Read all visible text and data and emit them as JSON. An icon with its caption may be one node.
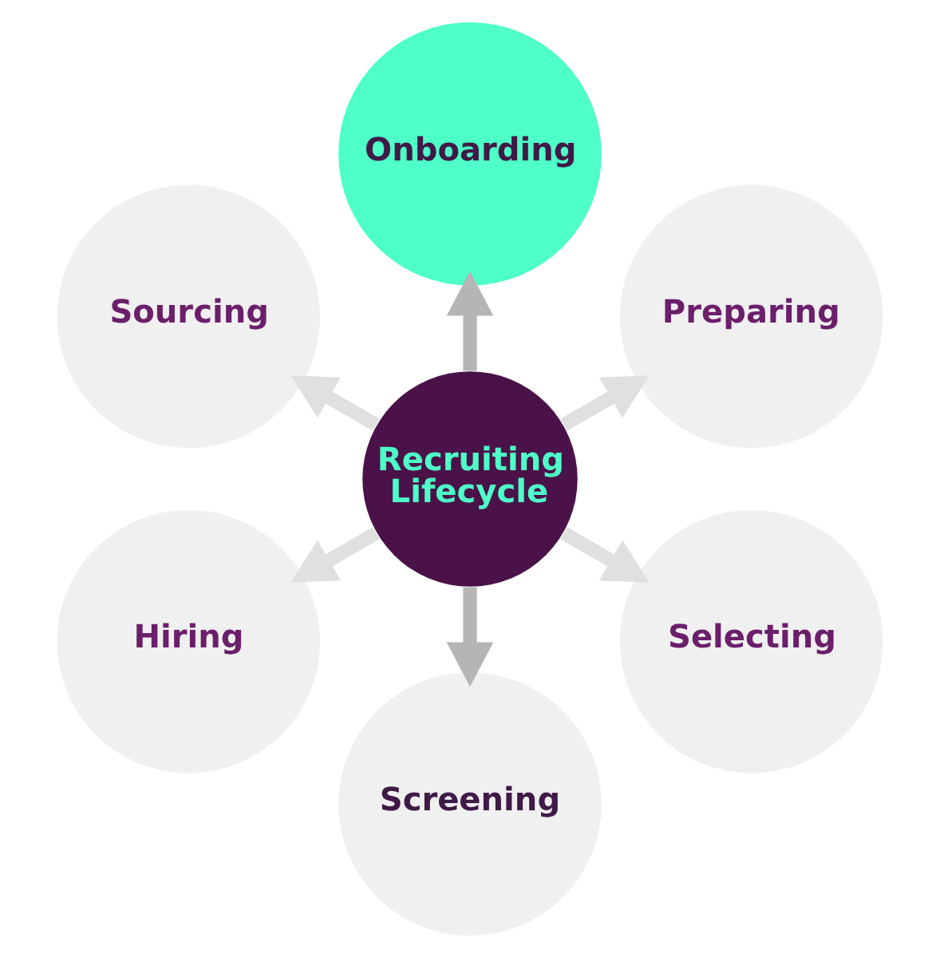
{
  "diagram": {
    "nodes": [
      {
        "text": [
          "Preparing"
        ]
      },
      {
        "text": [
          "Onboarding"
        ]
      },
      {
        "text": [
          "Sourcing"
        ]
      },
      {
        "text": [
          "Recruiting Lifecycle"
        ]
      },
      {
        "text": [
          "Hiring"
        ]
      },
      {
        "text": [
          "Screening"
        ]
      },
      {
        "text": [
          "Selecting"
        ]
      }
    ],
    "edges": [
      {
        "from": 3,
        "to": 0,
        "arrow": "to"
      },
      {
        "from": 3,
        "to": 2,
        "arrow": "to"
      },
      {
        "from": 3,
        "to": 5,
        "arrow": "to",
        "color": "#b5b5b5"
      },
      {
        "from": 3,
        "to": 6,
        "arrow": "to"
      },
      {
        "from": 3,
        "to": 4,
        "arrow": "to"
      },
      {
        "from": 3,
        "to": 1,
        "arrow": "to",
        "color": "#b5b5b5"
      }
    ]
  }
}
